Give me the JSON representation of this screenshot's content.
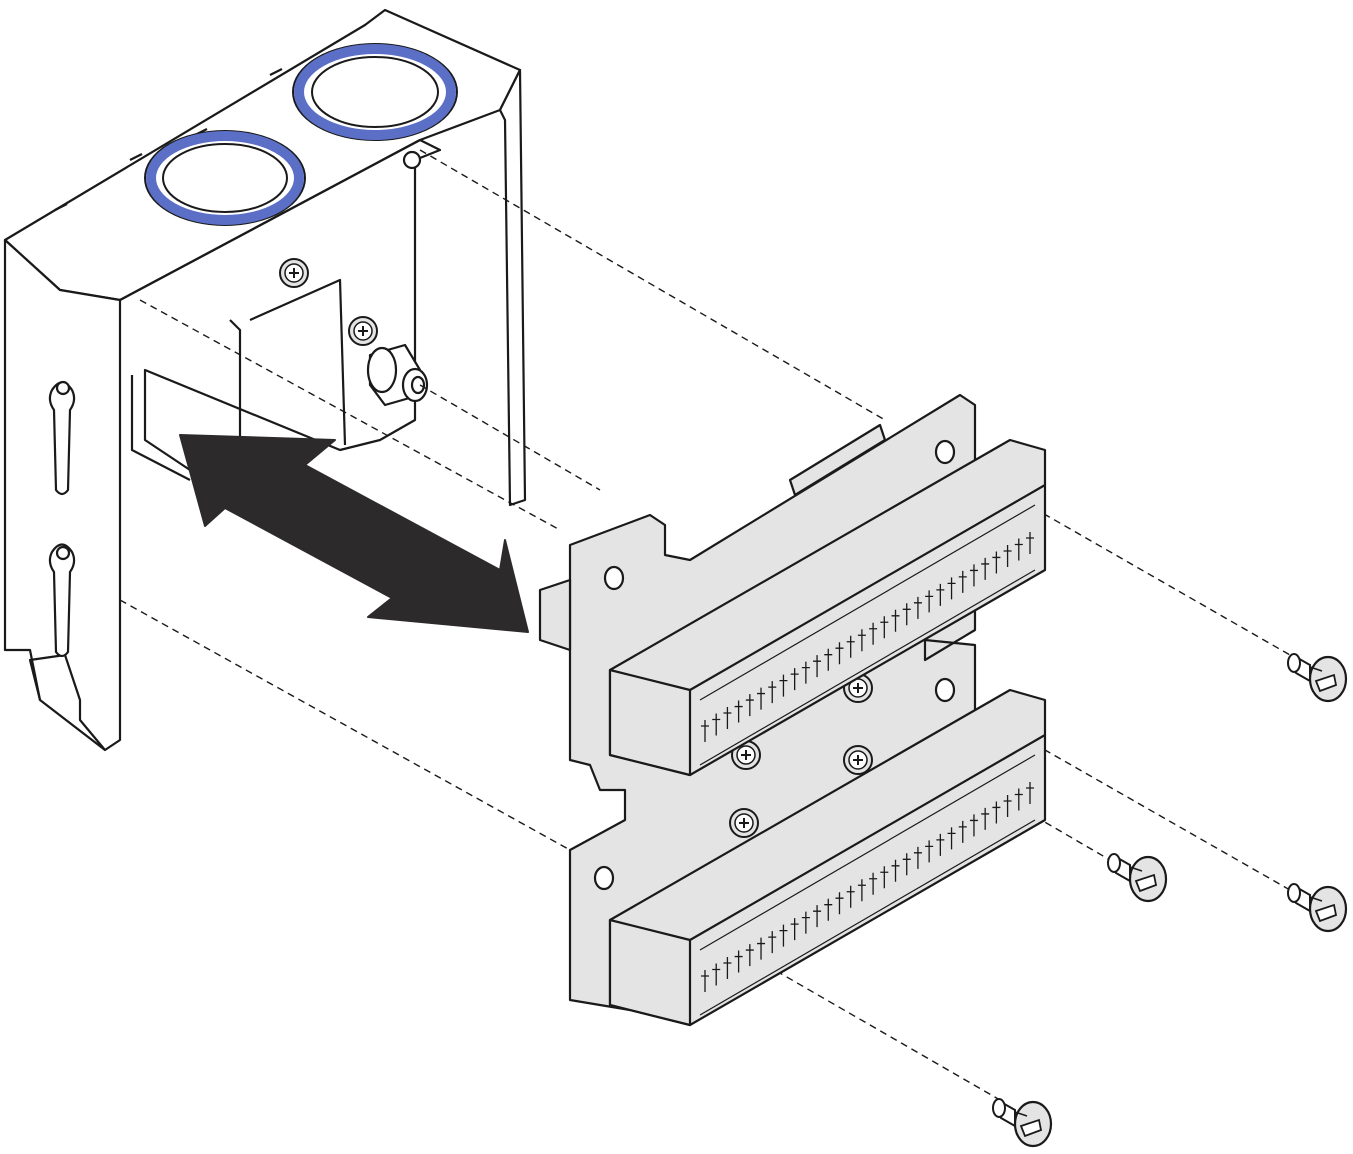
{
  "diagram": {
    "type": "exploded-assembly",
    "components": [
      {
        "id": "bracket",
        "semantic": "riser-cage-bracket"
      },
      {
        "id": "board",
        "semantic": "riser-card-with-two-slots"
      },
      {
        "id": "screws",
        "semantic": "mounting-screw",
        "count": 4
      },
      {
        "id": "arrow",
        "semantic": "double-headed-install-remove-arrow"
      }
    ],
    "colors": {
      "line": "#1a1a1a",
      "board_fill": "#e4e4e4",
      "ring_blue": "#5b6fc7",
      "arrow_fill": "#2d2a2b",
      "background": "#ffffff"
    }
  }
}
